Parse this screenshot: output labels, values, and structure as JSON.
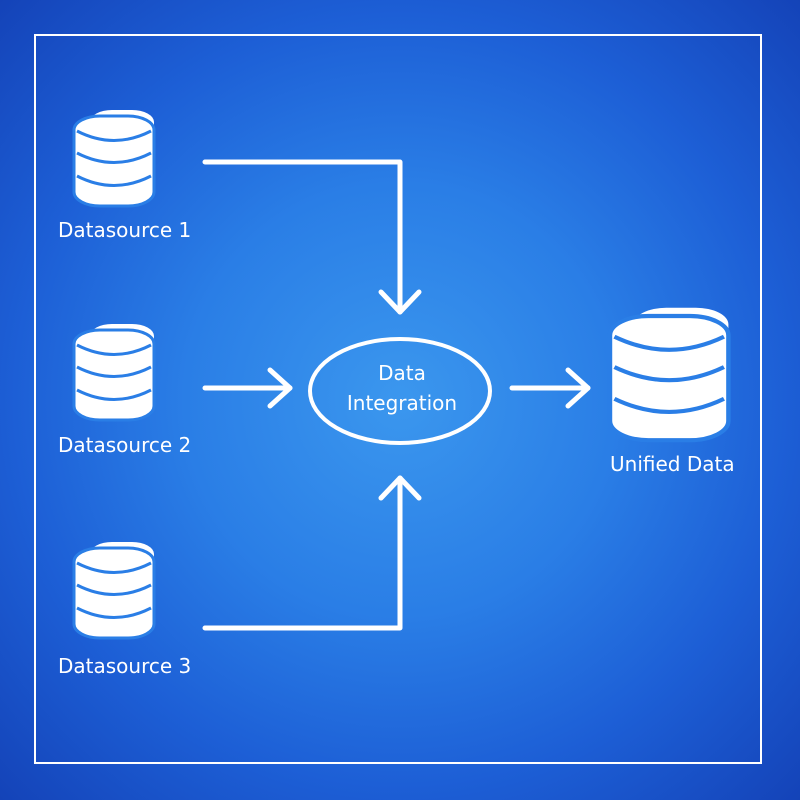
{
  "colors": {
    "background_center": "#3b97ee",
    "background_edge": "#1443b8",
    "foreground": "#ffffff"
  },
  "icons": {
    "source": "database-icon",
    "target": "database-icon"
  },
  "sources": [
    {
      "label": "Datasource 1"
    },
    {
      "label": "Datasource 2"
    },
    {
      "label": "Datasource 3"
    }
  ],
  "integration": {
    "line1": "Data",
    "line2": "Integration"
  },
  "target": {
    "label": "Unified Data"
  }
}
